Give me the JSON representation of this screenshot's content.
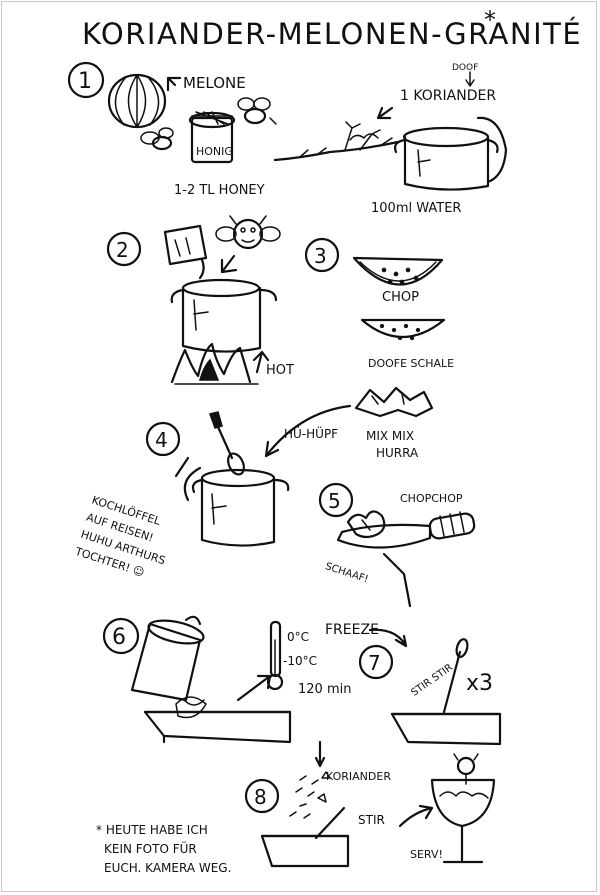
{
  "title": "KORIANDER-MELONEN-GRANITÉ",
  "title_mark": "*",
  "steps": [
    {
      "number": "1",
      "labels": {
        "melone": "MELONE",
        "honig": "HONIG",
        "honey": "1-2 TL HONEY",
        "doof": "DOOF",
        "koriander": "1 KORIANDER",
        "water": "100ml WATER"
      }
    },
    {
      "number": "2",
      "labels": {
        "hot": "HOT"
      }
    },
    {
      "number": "3",
      "labels": {
        "chop": "CHOP",
        "schale": "DOOFE SCHALE",
        "mix1": "MIX MIX",
        "mix2": "HURRA"
      }
    },
    {
      "number": "4",
      "labels": {
        "huepf": "HÜ-HÜPF",
        "note1": "KOCHLÖFFEL",
        "note2": "AUF REISEN!",
        "note3": "HUHU ARTHURS",
        "note4": "TOCHTER! ☺"
      }
    },
    {
      "number": "5",
      "labels": {
        "chopchop": "CHOPCHOP",
        "schaaf": "SCHAAF!"
      }
    },
    {
      "number": "6",
      "labels": {
        "freeze": "FREEZE",
        "t0": "0°C",
        "t10": "-10°C",
        "time": "120 min"
      }
    },
    {
      "number": "7",
      "labels": {
        "stir": "STIR STIR",
        "times": "x3"
      }
    },
    {
      "number": "8",
      "labels": {
        "koriander": "KORIANDER",
        "stir": "STIR",
        "serve": "SERV!"
      }
    }
  ],
  "footnote": [
    "* HEUTE HABE ICH",
    "KEIN FOTO FÜR",
    "EUCH. KAMERA WEG."
  ],
  "colors": {
    "ink": "#111111",
    "paper": "#ffffff",
    "frame": "#c8c8c8"
  }
}
